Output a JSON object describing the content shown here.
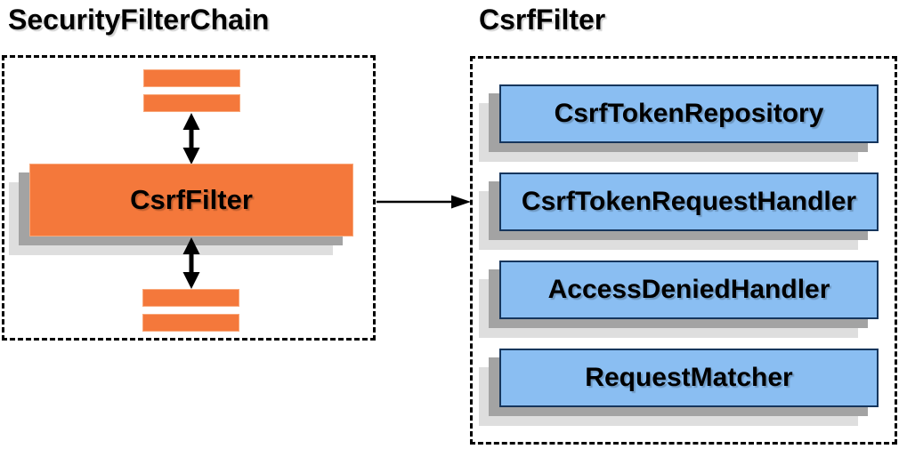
{
  "diagram": {
    "left_panel": {
      "title": "SecurityFilterChain",
      "main_box_label": "CsrfFilter",
      "unlabeled_filter_bars_top": 2,
      "unlabeled_filter_bars_bottom": 2
    },
    "right_panel": {
      "title": "CsrfFilter",
      "components": [
        "CsrfTokenRepository",
        "CsrfTokenRequestHandler",
        "AccessDeniedHandler",
        "RequestMatcher"
      ]
    },
    "connectors": [
      {
        "name": "top-bidirectional-arrow",
        "type": "double-headed-vertical"
      },
      {
        "name": "bottom-bidirectional-arrow",
        "type": "double-headed-vertical"
      },
      {
        "name": "csrffilter-to-components-arrow",
        "type": "single-headed-horizontal"
      }
    ],
    "colors": {
      "orange_fill": "#F4783B",
      "orange_border": "#F9A87A",
      "blue_fill": "#8ABEF2",
      "blue_border": "#16365D",
      "shadow_dark": "#A3A3A3",
      "shadow_light": "#DEDEDE",
      "dashed_border": "#000000",
      "text": "#000000",
      "background": "#FFFFFF"
    }
  }
}
